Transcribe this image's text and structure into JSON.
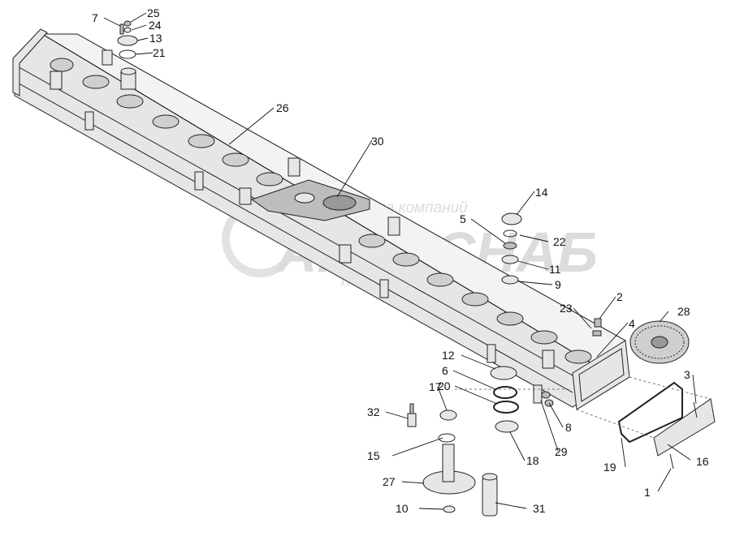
{
  "watermark": {
    "line1": "группа компаний",
    "line2": "АГРОСНАБ",
    "line3": "техсервис"
  },
  "callouts": [
    {
      "id": "c1",
      "text": "1"
    },
    {
      "id": "c2",
      "text": "2"
    },
    {
      "id": "c3",
      "text": "3"
    },
    {
      "id": "c4",
      "text": "4"
    },
    {
      "id": "c5",
      "text": "5"
    },
    {
      "id": "c6",
      "text": "6"
    },
    {
      "id": "c7",
      "text": "7"
    },
    {
      "id": "c8",
      "text": "8"
    },
    {
      "id": "c9",
      "text": "9"
    },
    {
      "id": "c10",
      "text": "10"
    },
    {
      "id": "c11",
      "text": "11"
    },
    {
      "id": "c12",
      "text": "12"
    },
    {
      "id": "c13",
      "text": "13"
    },
    {
      "id": "c14",
      "text": "14"
    },
    {
      "id": "c15",
      "text": "15"
    },
    {
      "id": "c16",
      "text": "16"
    },
    {
      "id": "c17",
      "text": "17"
    },
    {
      "id": "c18",
      "text": "18"
    },
    {
      "id": "c19",
      "text": "19"
    },
    {
      "id": "c20",
      "text": "20"
    },
    {
      "id": "c21",
      "text": "21"
    },
    {
      "id": "c22",
      "text": "22"
    },
    {
      "id": "c23",
      "text": "23"
    },
    {
      "id": "c24",
      "text": "24"
    },
    {
      "id": "c25",
      "text": "25"
    },
    {
      "id": "c26",
      "text": "26"
    },
    {
      "id": "c27",
      "text": "27"
    },
    {
      "id": "c28",
      "text": "28"
    },
    {
      "id": "c29",
      "text": "29"
    },
    {
      "id": "c30",
      "text": "30"
    },
    {
      "id": "c31",
      "text": "31"
    },
    {
      "id": "c32",
      "text": "32"
    }
  ]
}
